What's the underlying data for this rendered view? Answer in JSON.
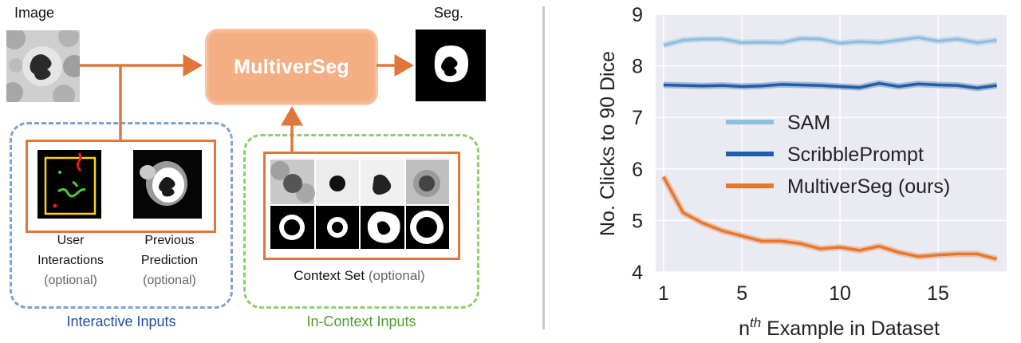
{
  "diagram": {
    "image_label": "Image",
    "seg_label": "Seg.",
    "model_name": "MultiverSeg",
    "interactive": {
      "user_interactions": "User Interactions",
      "previous_prediction": "Previous Prediction",
      "optional": "(optional)",
      "group_title": "Interactive Inputs",
      "group_color": "#1f4e9c"
    },
    "in_context": {
      "context_set": "Context Set",
      "optional": "(optional)",
      "group_title": "In-Context Inputs",
      "group_color": "#4f9a2f"
    },
    "arrow_color": "#e0763a"
  },
  "chart_data": {
    "type": "line",
    "xlabel_base": "n",
    "xlabel_sup": "th",
    "xlabel_rest": " Example in Dataset",
    "ylabel": "No. Clicks to 90 Dice",
    "xlim": [
      0.6,
      18.5
    ],
    "ylim": [
      4,
      9
    ],
    "xticks": [
      1,
      5,
      10,
      15
    ],
    "yticks": [
      4,
      5,
      6,
      7,
      8,
      9
    ],
    "grid": true,
    "legend_position": "center",
    "x": [
      1,
      2,
      3,
      4,
      5,
      6,
      7,
      8,
      9,
      10,
      11,
      12,
      13,
      14,
      15,
      16,
      17,
      18
    ],
    "series": [
      {
        "name": "SAM",
        "color": "#8fbfe0",
        "values": [
          8.4,
          8.5,
          8.52,
          8.52,
          8.45,
          8.46,
          8.45,
          8.53,
          8.52,
          8.44,
          8.47,
          8.45,
          8.5,
          8.55,
          8.48,
          8.52,
          8.45,
          8.5
        ]
      },
      {
        "name": "ScribblePrompt",
        "color": "#1f5fa8",
        "values": [
          7.63,
          7.62,
          7.61,
          7.62,
          7.6,
          7.61,
          7.64,
          7.63,
          7.62,
          7.6,
          7.58,
          7.66,
          7.6,
          7.65,
          7.63,
          7.62,
          7.57,
          7.62
        ]
      },
      {
        "name": "MultiverSeg (ours)",
        "color": "#e8772e",
        "values": [
          5.85,
          5.15,
          4.95,
          4.8,
          4.7,
          4.6,
          4.6,
          4.55,
          4.45,
          4.48,
          4.42,
          4.5,
          4.38,
          4.3,
          4.33,
          4.35,
          4.35,
          4.25
        ]
      }
    ]
  }
}
